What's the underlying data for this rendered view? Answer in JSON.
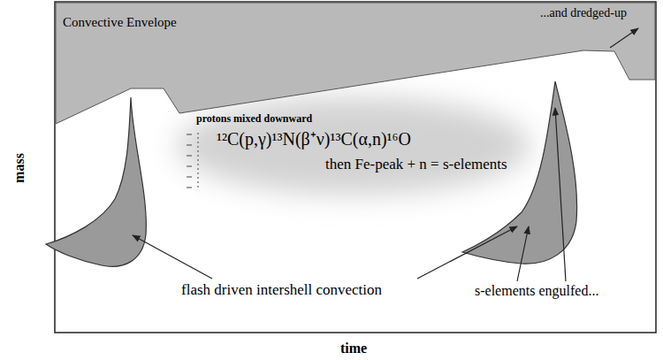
{
  "diagram": {
    "nodes": [
      {
        "text": [
          "Convective Envelope",
          "...and dredged-up"
        ]
      }
    ],
    "labels": [
      "protons mixed downward",
      "¹²C(p,γ)¹³N(β⁺ν)¹³C(α,n)¹⁶O",
      "then Fe-peak + n = s-elements",
      "flash driven intershell convection",
      "s-elements engulfed...",
      "mass",
      "time"
    ]
  }
}
